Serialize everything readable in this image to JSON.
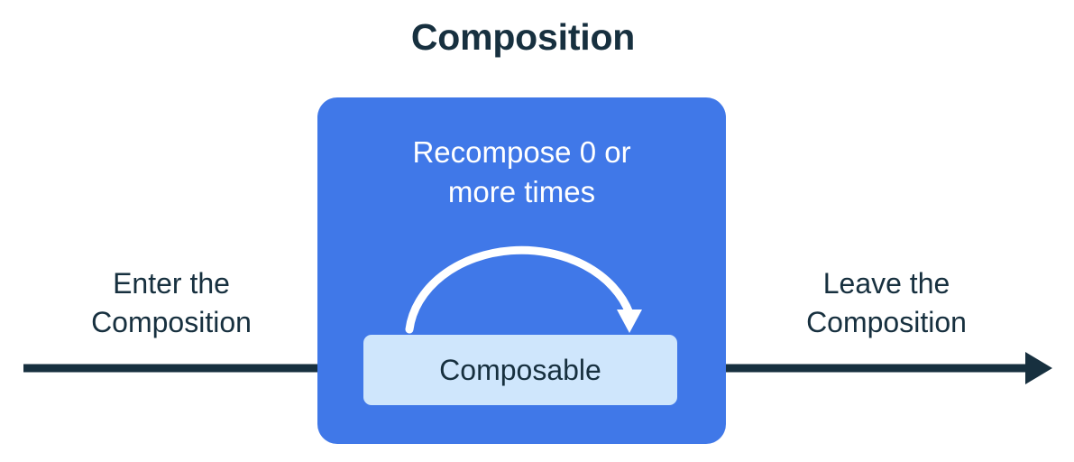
{
  "diagram": {
    "title": "Composition",
    "colors": {
      "background": "#FFFFFF",
      "composition_box": "#4078E8",
      "composable_box": "#CFE6FC",
      "text_dark": "#17303F",
      "text_light": "#FFFFFF",
      "arrow_dark": "#17303F",
      "arrow_light": "#FFFFFF"
    },
    "composition_box": {
      "recompose_label": "Recompose 0 or more times",
      "recompose_label_line1": "Recompose 0 or",
      "recompose_label_line2": "more times",
      "recompose_arrow_icon": "curved-loop-arrow-icon",
      "composable": {
        "label": "Composable"
      }
    },
    "enter": {
      "label": "Enter the Composition",
      "label_line1": "Enter the",
      "label_line2": "Composition",
      "arrow_icon": "arrow-right-icon"
    },
    "leave": {
      "label": "Leave the Composition",
      "label_line1": "Leave the",
      "label_line2": "Composition",
      "arrow_icon": "arrow-right-icon"
    }
  }
}
